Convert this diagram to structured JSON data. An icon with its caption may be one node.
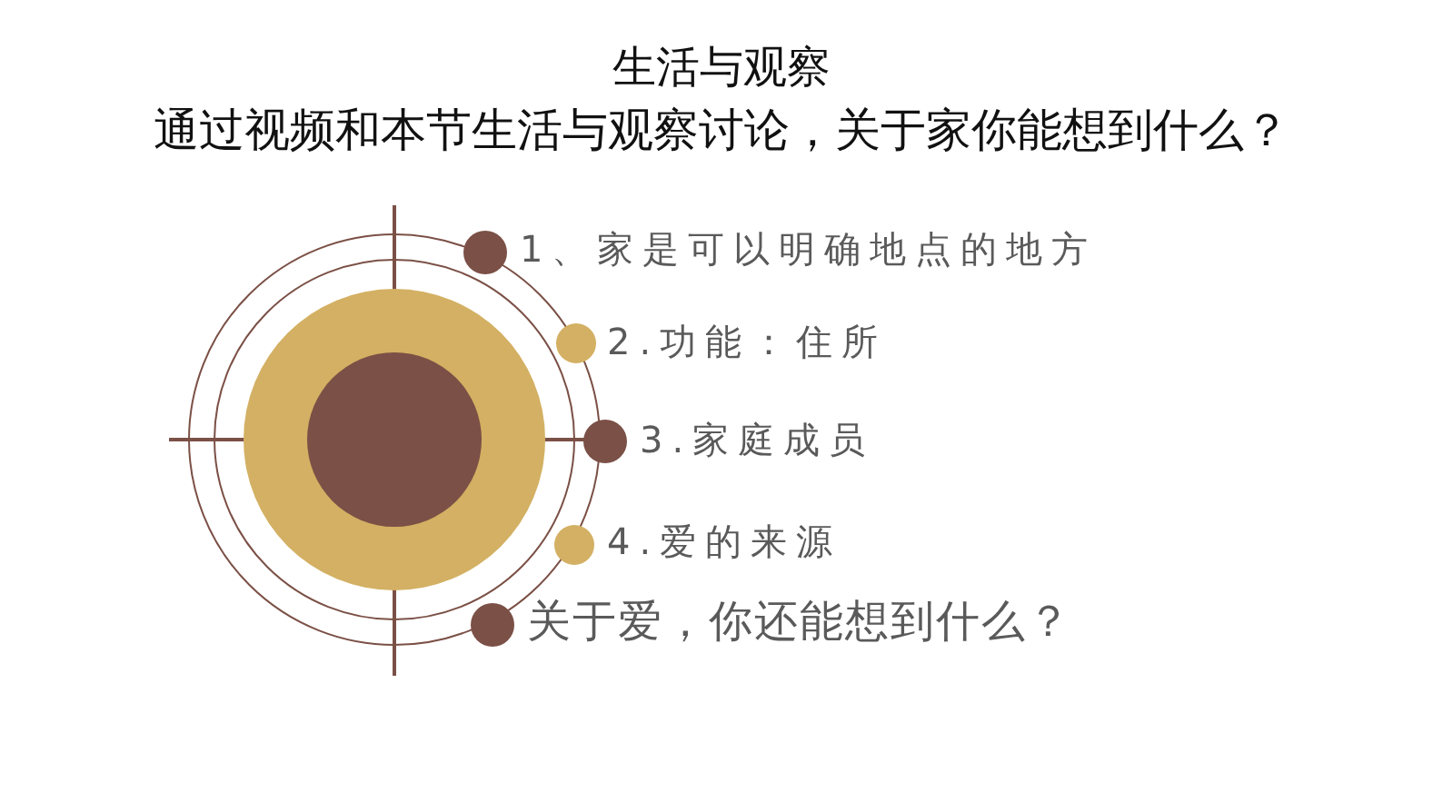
{
  "diagram": {
    "title": "生活与观察",
    "labels": [
      "通过视频和本节生活与观察讨论，关于家你能想到什么？",
      "1、家是可以明确地点的地方",
      "2.功能：住所",
      "3.家庭成员",
      "4.爱的来源",
      "关于爱，你还能想到什么？"
    ]
  }
}
